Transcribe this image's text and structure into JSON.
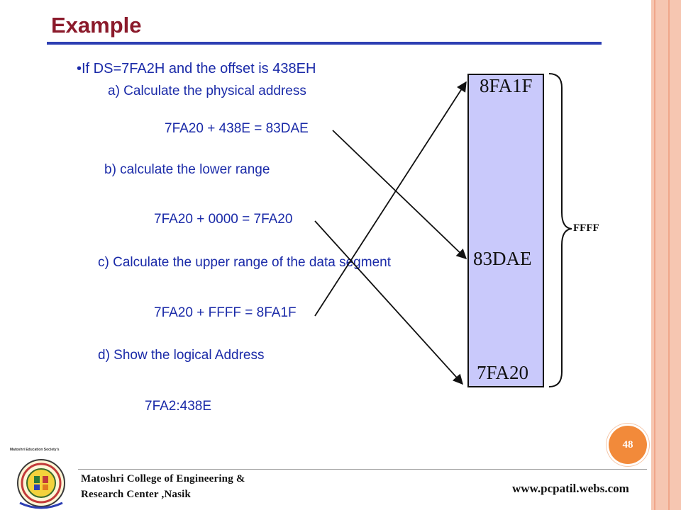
{
  "slide": {
    "title": "Example",
    "page_number": "48"
  },
  "content": {
    "bullet": "•If DS=7FA2H and the offset is 438EH",
    "a_label": "a) Calculate the physical address",
    "a_answer": "7FA20 + 438E = 83DAE",
    "b_label": "b) calculate the lower range",
    "b_answer": "7FA20 + 0000 = 7FA20",
    "c_label": "c) Calculate the upper range of the data segment",
    "c_answer": "7FA20 + FFFF = 8FA1F",
    "d_label": "d) Show the logical Address",
    "d_answer": "7FA2:438E"
  },
  "diagram": {
    "top_label": "8FA1F",
    "middle_label": "83DAE",
    "bottom_label": "7FA20",
    "brace_label": "FFFF",
    "fill_color": "#c9c9fb"
  },
  "footer": {
    "society": "Matoshri Education Society's",
    "college_line1": "Matoshri College of Engineering  &",
    "college_line2": "Research Center ,Nasik",
    "website": "www.pcpatil.webs.com"
  },
  "colors": {
    "title": "#8b1a2b",
    "body_text": "#1a2aa8",
    "rule": "#2d3fb3",
    "badge": "#f28a3a"
  }
}
